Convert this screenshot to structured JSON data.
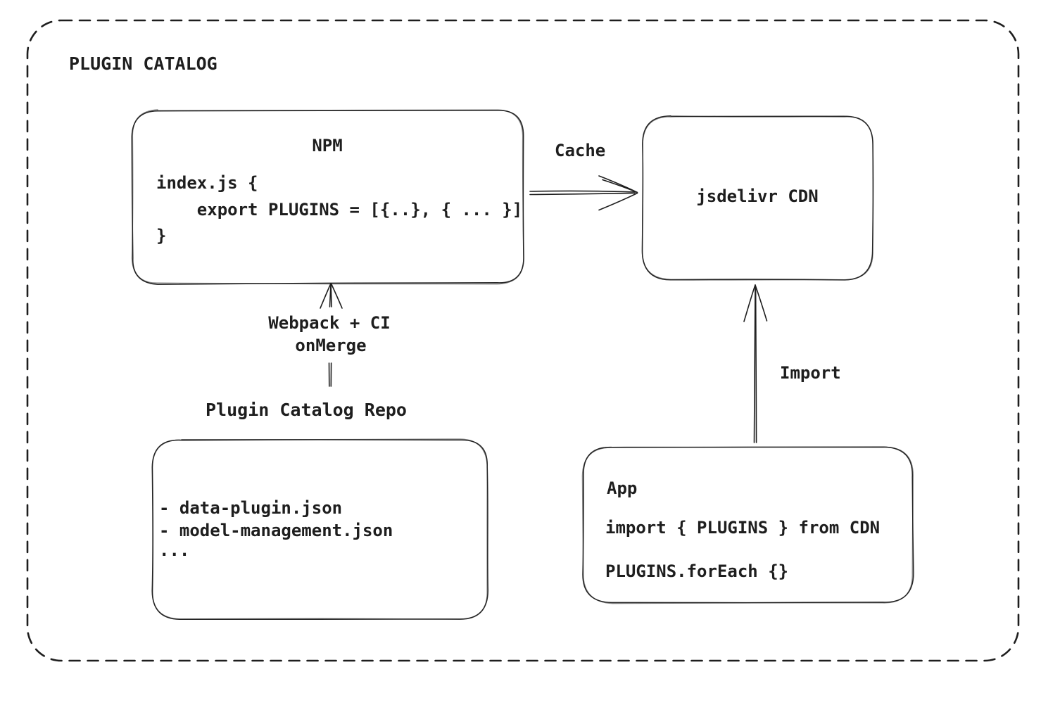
{
  "colors": {
    "stroke": "#1e1e1e",
    "background": "#ffffff"
  },
  "title": "PLUGIN CATALOG",
  "npm": {
    "title": "NPM",
    "code": [
      "index.js {",
      "    export PLUGINS = [{..}, { ... }]",
      "}"
    ]
  },
  "cdn": {
    "label": "jsdelivr CDN"
  },
  "repo": {
    "heading": "Plugin Catalog Repo",
    "files": [
      "- data-plugin.json",
      "- model-management.json",
      "..."
    ]
  },
  "app": {
    "title": "App",
    "code": [
      "import { PLUGINS } from CDN",
      "PLUGINS.forEach {}"
    ]
  },
  "edges": {
    "cache": "Cache",
    "build_line1": "Webpack + CI",
    "build_line2": "onMerge",
    "import": "Import"
  }
}
